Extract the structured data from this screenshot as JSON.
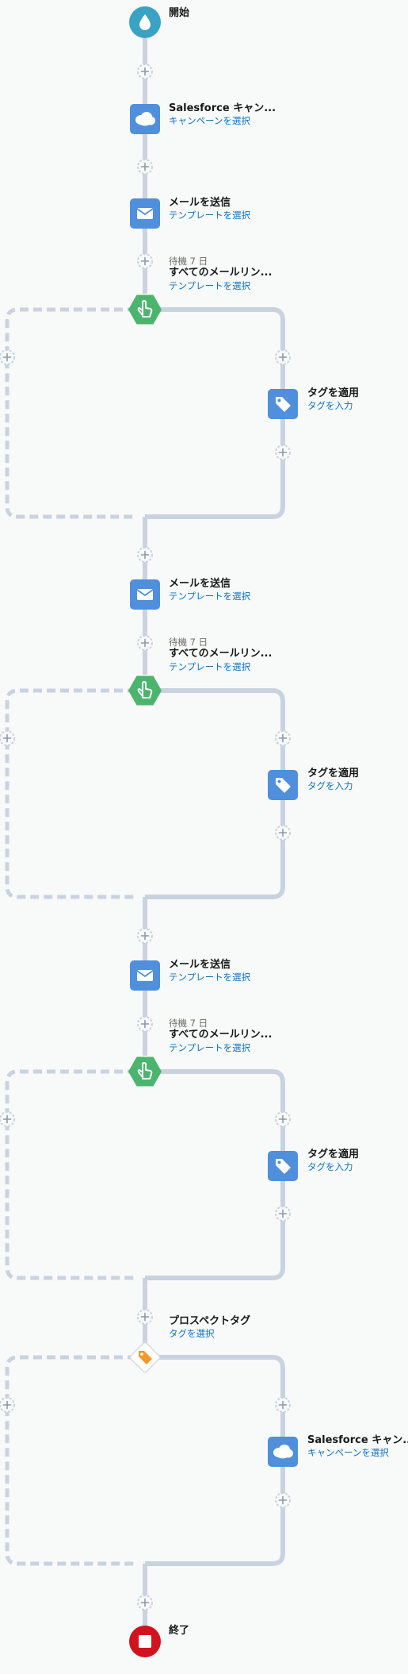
{
  "flow": {
    "start": {
      "title": "開始"
    },
    "step_sf_campaign": {
      "title": "Salesforce キャン...",
      "subtitle": "キャンペーンを選択"
    },
    "step_email_1": {
      "title": "メールを送信",
      "subtitle": "テンプレートを選択"
    },
    "trigger_1": {
      "wait": "待機 7 日",
      "title": "すべてのメールリン...",
      "subtitle": "テンプレートを選択"
    },
    "branch_tag_1": {
      "title": "タグを適用",
      "subtitle": "タグを入力"
    },
    "step_email_2": {
      "title": "メールを送信",
      "subtitle": "テンプレートを選択"
    },
    "trigger_2": {
      "wait": "待機 7 日",
      "title": "すべてのメールリン...",
      "subtitle": "テンプレートを選択"
    },
    "branch_tag_2": {
      "title": "タグを適用",
      "subtitle": "タグを入力"
    },
    "step_email_3": {
      "title": "メールを送信",
      "subtitle": "テンプレートを選択"
    },
    "trigger_3": {
      "wait": "待機 7 日",
      "title": "すべてのメールリン...",
      "subtitle": "テンプレートを選択"
    },
    "branch_tag_3": {
      "title": "タグを適用",
      "subtitle": "タグを入力"
    },
    "rule_prospect_tag": {
      "title": "プロスペクトタグ",
      "subtitle": "タグを選択"
    },
    "branch_sf_campaign": {
      "title": "Salesforce キャン...",
      "subtitle": "キャンペーンを選択"
    },
    "end": {
      "title": "終了"
    }
  },
  "colors": {
    "connector": "#c9d3e0",
    "action_blue": "#4f8fdc",
    "trigger_green": "#4bb56e",
    "start_teal": "#3aa3c4",
    "end_red": "#d0131f",
    "rule_orange": "#f09a2b",
    "link_blue": "#0b72c4"
  },
  "icons": {
    "start": "drop-icon",
    "salesforce": "salesforce-cloud-icon",
    "email": "envelope-icon",
    "trigger": "pointer-hand-icon",
    "tag": "tag-icon",
    "rule": "tag-icon",
    "end": "stop-icon",
    "add": "plus-icon"
  }
}
